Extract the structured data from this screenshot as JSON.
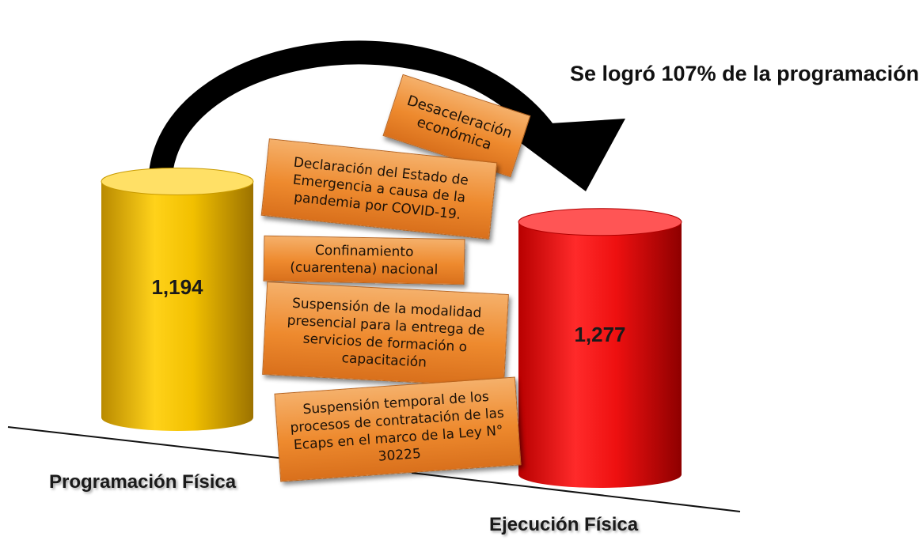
{
  "headline": "Se logró 107% de la programación",
  "chart_data": {
    "type": "bar",
    "categories": [
      "Programación Física",
      "Ejecución Física"
    ],
    "values": [
      1194,
      1277
    ],
    "value_labels": [
      "1,194",
      "1,277"
    ],
    "ylim": [
      0,
      1400
    ],
    "colors": [
      "#f0c000",
      "#ff1a1a"
    ],
    "annotation": "Se logró 107% de la programación"
  },
  "factors": [
    "Desaceleración económica",
    "Declaración del Estado de Emergencia a causa de la pandemia por COVID-19.",
    "Confinamiento (cuarentena) nacional",
    "Suspensión de la modalidad presencial para la entrega de servicios de formación o capacitación",
    "Suspensión temporal de los procesos de contratación de las Ecaps en el marco de la Ley N° 30225"
  ],
  "colors": {
    "factor_box": "#ee8a2e",
    "arrow": "#000000"
  }
}
